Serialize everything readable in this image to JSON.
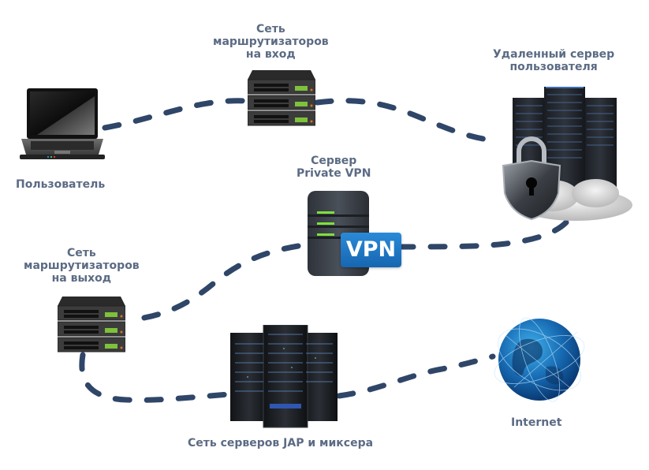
{
  "diagram": {
    "colors": {
      "label": "#5b6b84",
      "connector": "#2f4668",
      "vpn_badge": "#1f78c8",
      "led_green": "#7ee03a"
    },
    "nodes": {
      "user": {
        "label": "Пользователь",
        "icon": "laptop-icon"
      },
      "entry_routers": {
        "label_lines": [
          "Сеть",
          "маршрутизаторов",
          "на вход"
        ],
        "icon": "router-stack-icon"
      },
      "remote_server": {
        "label_lines": [
          "Удаленный сервер",
          "пользователя"
        ],
        "icon": "server-rack-lock-cloud-icon"
      },
      "vpn_server": {
        "label_lines": [
          "Сервер",
          "Private VPN"
        ],
        "icon": "vpn-server-icon",
        "badge": "VPN"
      },
      "exit_routers": {
        "label_lines": [
          "Сеть",
          "маршрутизаторов",
          "на выход"
        ],
        "icon": "router-stack-icon"
      },
      "jap_servers": {
        "label": "Сеть серверов JAP и миксера",
        "icon": "server-rack-icon"
      },
      "internet": {
        "label": "Internet",
        "icon": "globe-icon"
      }
    },
    "links": [
      {
        "from": "user",
        "to": "entry_routers"
      },
      {
        "from": "entry_routers",
        "to": "remote_server"
      },
      {
        "from": "remote_server",
        "to": "vpn_server"
      },
      {
        "from": "vpn_server",
        "to": "exit_routers"
      },
      {
        "from": "exit_routers",
        "to": "jap_servers"
      },
      {
        "from": "jap_servers",
        "to": "internet"
      }
    ]
  }
}
